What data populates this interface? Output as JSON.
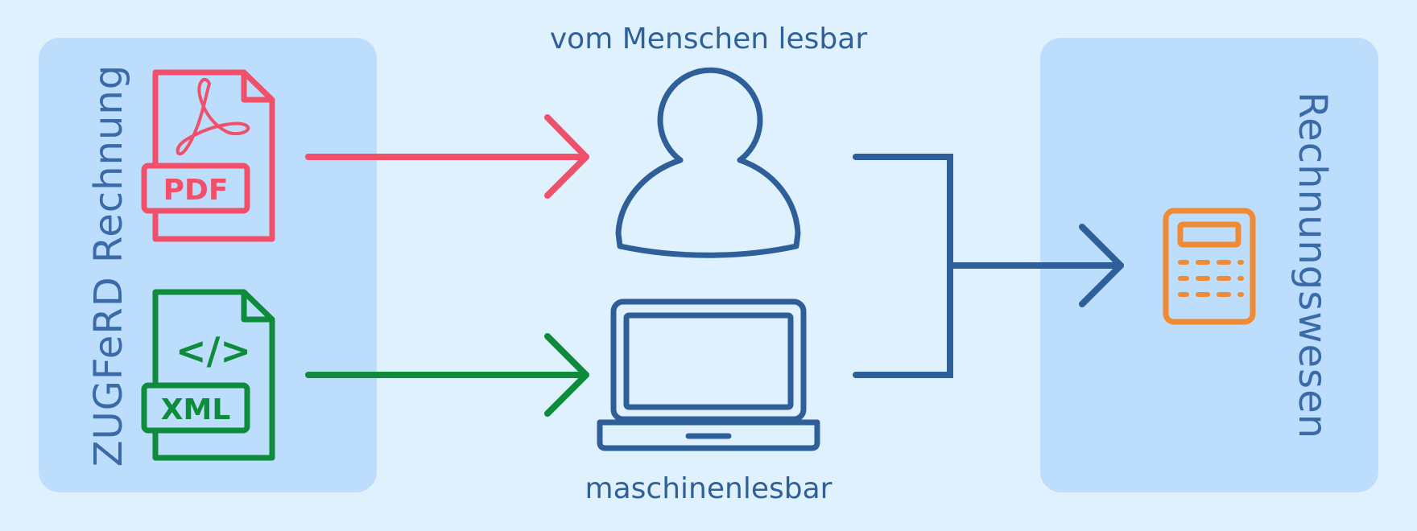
{
  "left_panel": {
    "title": "ZUGFeRD Rechnung"
  },
  "right_panel": {
    "title": "Rechnungswesen"
  },
  "captions": {
    "human": "vom Menschen lesbar",
    "machine": "maschinenlesbar"
  },
  "documents": {
    "pdf": {
      "badge": "PDF",
      "color": "#f0506a"
    },
    "xml": {
      "badge": "XML",
      "code": "</>",
      "color": "#0e8c3c"
    }
  },
  "colors": {
    "background": "#dff1fc",
    "panel": "#bcdefc",
    "primary": "#2f5f98",
    "calculator": "#f08a34"
  },
  "icons": [
    "pdf-file-icon",
    "xml-file-icon",
    "person-icon",
    "laptop-icon",
    "calculator-icon"
  ]
}
